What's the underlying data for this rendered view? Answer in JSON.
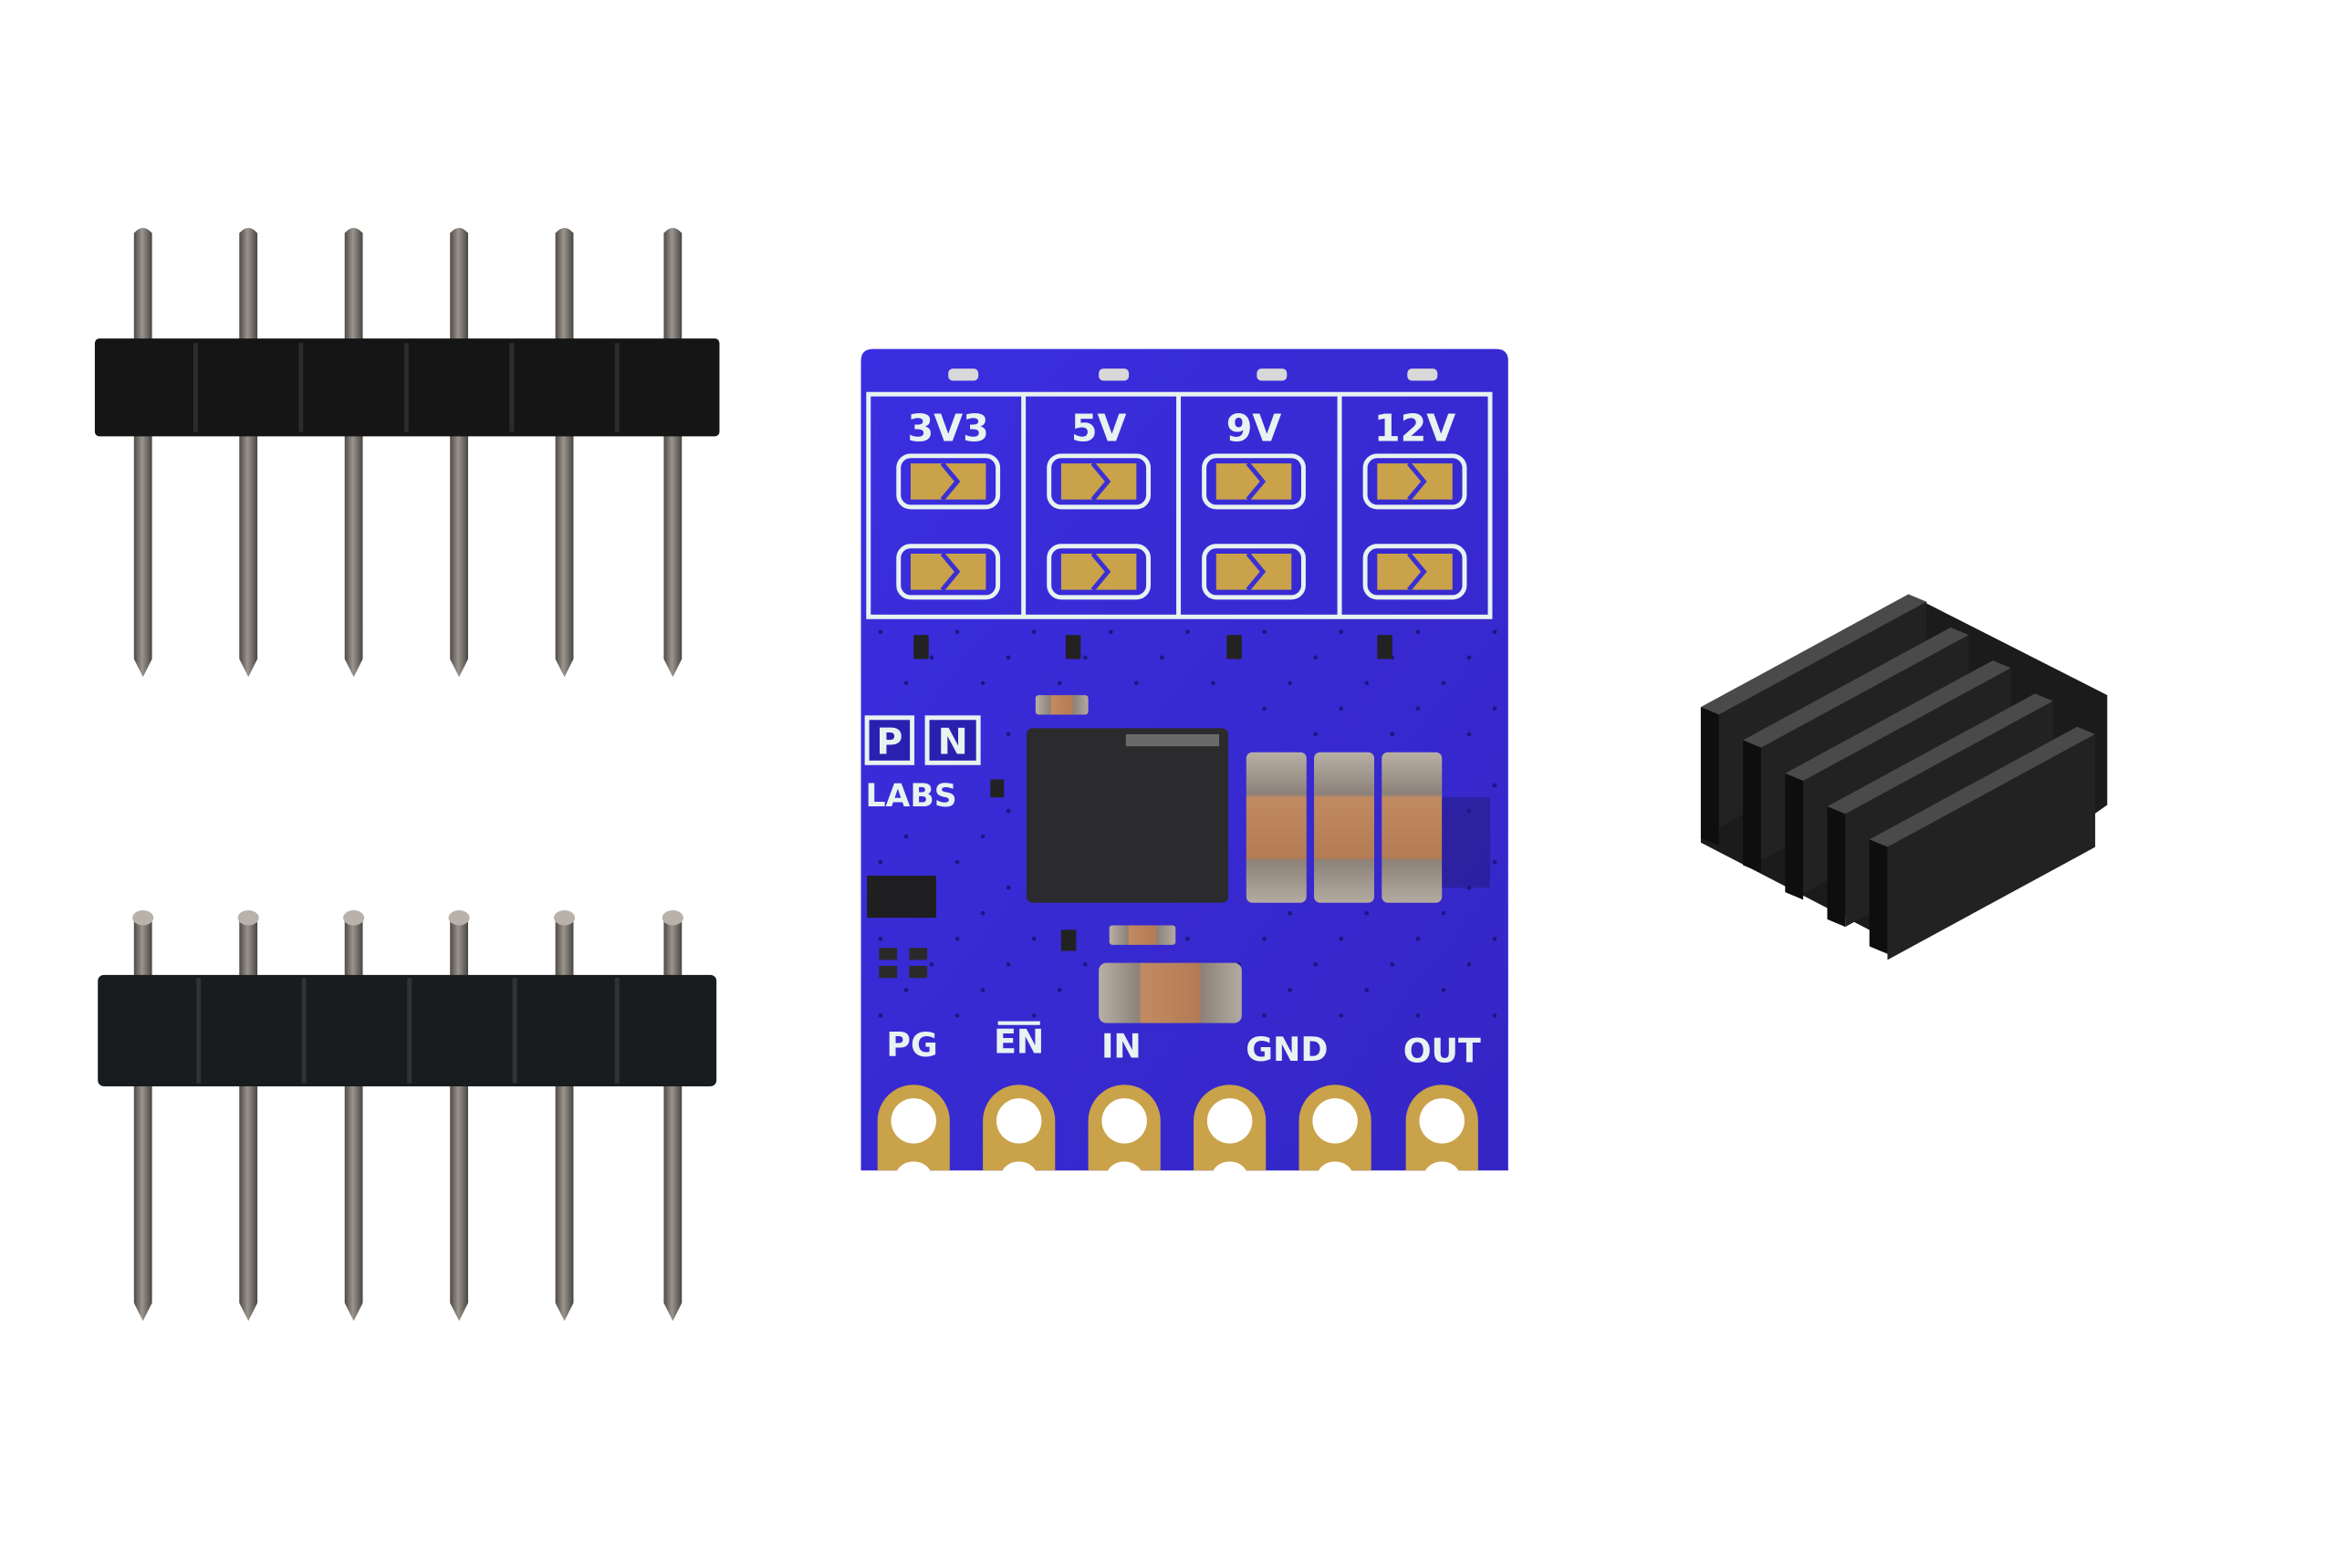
{
  "board": {
    "jumper_labels": [
      "3V3",
      "5V",
      "9V",
      "12V"
    ],
    "pin_labels": [
      "PG",
      "EN",
      "IN",
      "GND",
      "OUT"
    ],
    "logo": {
      "p": "P",
      "n": "N",
      "labs": "LABS"
    }
  },
  "colors": {
    "pcb": "#3a2fd6",
    "silkscreen": "#e8f2f0",
    "gold": "#c9a24a",
    "header_plastic": "#151515",
    "pin_metal": "#77716b",
    "heatsink": "#1b1b1b"
  }
}
